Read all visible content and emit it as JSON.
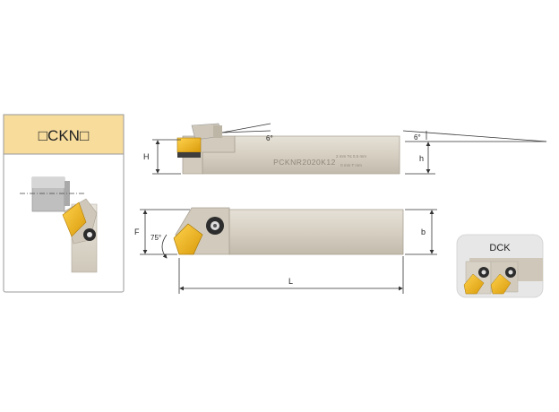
{
  "colors": {
    "header_bg": "#f7dc9c",
    "panel_border": "#999999",
    "tool_body": "#d8d2c6",
    "tool_edge": "#b9b2a4",
    "insert_gold": "#f2b71b",
    "insert_dark": "#3a3a3a",
    "dck_panel": "#e7e7e7"
  },
  "side_panel": {
    "title": "□CKN□"
  },
  "dimensions": {
    "H": "H",
    "h": "h",
    "F": "F",
    "b": "b",
    "L": "L",
    "angle_top": "6°",
    "angle_end": "6°",
    "approach_angle": "75°"
  },
  "tool_marking": {
    "code": "PCKNR2020K12",
    "sub_line_1": "2 mm   T≤ 0,5 mm",
    "sub_line_2": "0 mm   T mm"
  },
  "dck_box": {
    "title": "DCK"
  },
  "icons": [
    "square-outline-icon",
    "insert-screw-icon"
  ]
}
